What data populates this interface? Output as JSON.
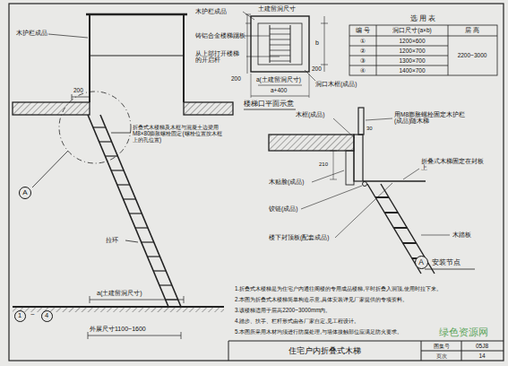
{
  "diagram": {
    "nodes": [
      {
        "text": [
          "A"
        ]
      },
      {
        "text": [
          "A"
        ]
      },
      {
        "text": [
          "1"
        ]
      },
      {
        "text": [
          "4"
        ]
      },
      {
        "text": [
          "住宅户内折叠式木梯"
        ]
      }
    ],
    "labels": [
      "木护栏成品",
      "200",
      "折叠式木楼梯及木框与混凝土边梁用M8×80膨胀螺栓固定(螺栓位置按木框上的孔位置)",
      "拉环",
      "a(土建留洞尺寸)",
      "外展尺寸1100~1600",
      "~",
      "木护栏成品",
      "土建留洞尺寸",
      "铸铝合金楼梯踢板",
      "从上部打开楼梯的开启杆",
      "200",
      "a(土建留洞尺寸)",
      "a+400",
      "b",
      "200",
      "洞口木框(成品)",
      "楼梯口平面示意",
      "选 用 表",
      "编 号",
      "洞口尺寸(a×b)",
      "层 高",
      "①",
      "1200×600",
      "②",
      "1200×700",
      "③",
      "1300×700",
      "④",
      "1400×700",
      "2200~3000",
      "木框(成品)",
      "用M8膨胀螺栓固定木护栏(成品)随木梯",
      "折叠式木梯固定在封板上",
      "木贴脸(成品)",
      "铰链(成品)",
      "楼下封顶板(配套成品)",
      "木踏板",
      "安装节点",
      "210",
      "30",
      "1.折叠式木楼梯是为住宅户内通往阁楼的专用成品楼梯,平时折叠入洞顶,使用时拉下来。",
      "2.本图为折叠式木楼梯简单构造示意,具体安装详见厂家提供的专项资料。",
      "3.该楼梯适用于层高2200~3000mm内。",
      "4.踏步、扶手、栏杆形式由各厂家自定,见工程设计。",
      "5.本图所采用木材均须进行防腐处理,与墙体接触部位应满足防火要求。",
      "图集号",
      "05J8",
      "页次",
      "14",
      "绿色资源网"
    ]
  }
}
